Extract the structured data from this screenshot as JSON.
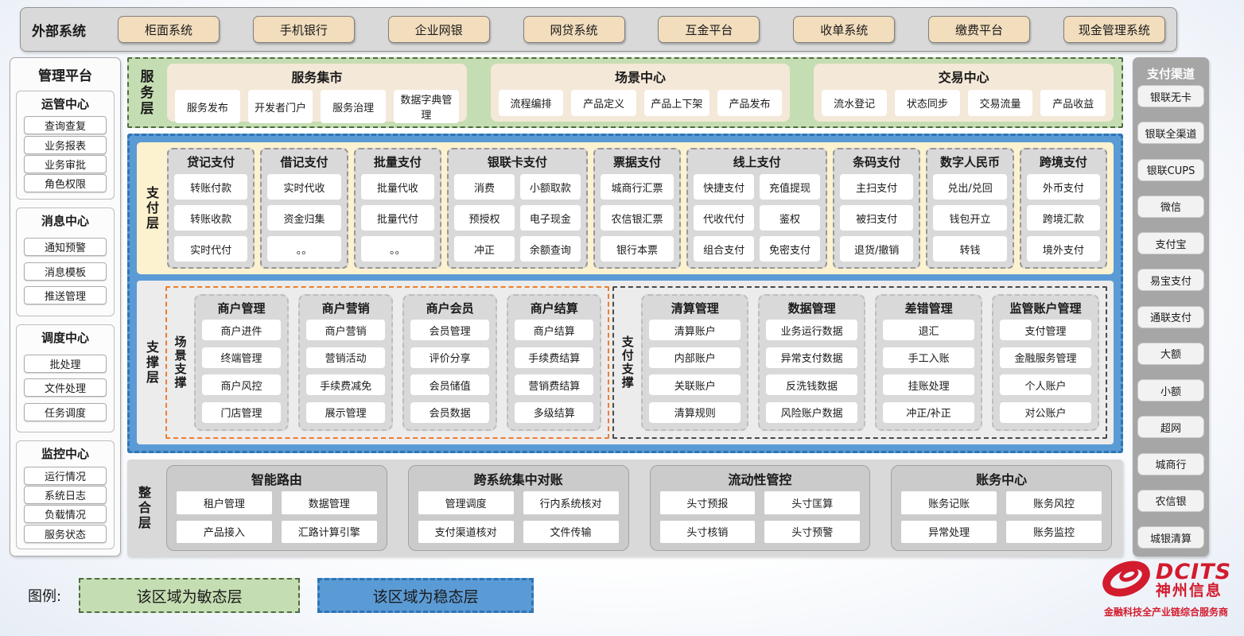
{
  "external_systems": {
    "label": "外部系统",
    "items": [
      "柜面系统",
      "手机银行",
      "企业网银",
      "网贷系统",
      "互金平台",
      "收单系统",
      "缴费平台",
      "现金管理系统"
    ]
  },
  "management_platform": {
    "title": "管理平台",
    "sections": [
      {
        "title": "运管中心",
        "items": [
          "查询查复",
          "业务报表",
          "业务审批",
          "角色权限"
        ]
      },
      {
        "title": "消息中心",
        "items": [
          "通知预警",
          "消息模板",
          "推送管理"
        ]
      },
      {
        "title": "调度中心",
        "items": [
          "批处理",
          "文件处理",
          "任务调度"
        ]
      },
      {
        "title": "监控中心",
        "items": [
          "运行情况",
          "系统日志",
          "负载情况",
          "服务状态"
        ]
      }
    ]
  },
  "service_layer": {
    "label": "服务层",
    "groups": [
      {
        "title": "服务集市",
        "items": [
          "服务发布",
          "开发者门户",
          "服务治理",
          "数据字典管理"
        ]
      },
      {
        "title": "场景中心",
        "items": [
          "流程编排",
          "产品定义",
          "产品上下架",
          "产品发布"
        ]
      },
      {
        "title": "交易中心",
        "items": [
          "流水登记",
          "状态同步",
          "交易流量",
          "产品收益"
        ]
      }
    ]
  },
  "payment_layer": {
    "label": "支付层",
    "columns": [
      {
        "title": "贷记支付",
        "items": [
          "转账付款",
          "转账收款",
          "实时代付"
        ]
      },
      {
        "title": "借记支付",
        "items": [
          "实时代收",
          "资金归集",
          "。。"
        ]
      },
      {
        "title": "批量支付",
        "items": [
          "批量代收",
          "批量代付",
          "。。"
        ]
      },
      {
        "title": "银联卡支付",
        "items": [
          "消费",
          "小额取款",
          "预授权",
          "电子现金",
          "冲正",
          "余额查询"
        ]
      },
      {
        "title": "票据支付",
        "items": [
          "城商行汇票",
          "农信银汇票",
          "银行本票"
        ]
      },
      {
        "title": "线上支付",
        "items": [
          "快捷支付",
          "充值提现",
          "代收代付",
          "鉴权",
          "组合支付",
          "免密支付"
        ]
      },
      {
        "title": "条码支付",
        "items": [
          "主扫支付",
          "被扫支付",
          "退货/撤销"
        ]
      },
      {
        "title": "数字人民币",
        "items": [
          "兑出/兑回",
          "钱包开立",
          "转钱"
        ]
      },
      {
        "title": "跨境支付",
        "items": [
          "外币支付",
          "跨境汇款",
          "境外支付"
        ]
      }
    ]
  },
  "support_layer": {
    "label": "支撑层",
    "sections": [
      {
        "label": "场景支撑",
        "groups": [
          {
            "title": "商户管理",
            "items": [
              "商户进件",
              "终端管理",
              "商户风控",
              "门店管理"
            ]
          },
          {
            "title": "商户营销",
            "items": [
              "商户营销",
              "营销活动",
              "手续费减免",
              "展示管理"
            ]
          },
          {
            "title": "商户会员",
            "items": [
              "会员管理",
              "评价分享",
              "会员储值",
              "会员数据"
            ]
          },
          {
            "title": "商户结算",
            "items": [
              "商户结算",
              "手续费结算",
              "营销费结算",
              "多级结算"
            ]
          }
        ]
      },
      {
        "label": "支付支撑",
        "groups": [
          {
            "title": "清算管理",
            "items": [
              "清算账户",
              "内部账户",
              "关联账户",
              "清算规则"
            ]
          },
          {
            "title": "数据管理",
            "items": [
              "业务运行数据",
              "异常支付数据",
              "反洗钱数据",
              "风险账户数据"
            ]
          },
          {
            "title": "差错管理",
            "items": [
              "退汇",
              "手工入账",
              "挂账处理",
              "冲正/补正"
            ]
          },
          {
            "title": "监管账户管理",
            "items": [
              "支付管理",
              "金融服务管理",
              "个人账户",
              "对公账户"
            ]
          }
        ]
      }
    ]
  },
  "integration_layer": {
    "label": "整合层",
    "groups": [
      {
        "title": "智能路由",
        "items": [
          "租户管理",
          "数据管理",
          "产品接入",
          "汇路计算引擎"
        ]
      },
      {
        "title": "跨系统集中对账",
        "items": [
          "管理调度",
          "行内系统核对",
          "支付渠道核对",
          "文件传输"
        ]
      },
      {
        "title": "流动性管控",
        "items": [
          "头寸预报",
          "头寸匡算",
          "头寸核销",
          "头寸预警"
        ]
      },
      {
        "title": "账务中心",
        "items": [
          "账务记账",
          "账务风控",
          "异常处理",
          "账务监控"
        ]
      }
    ]
  },
  "payment_channels": {
    "title": "支付渠道",
    "items": [
      "银联无卡",
      "银联全渠道",
      "银联CUPS",
      "微信",
      "支付宝",
      "易宝支付",
      "通联支付",
      "大额",
      "小额",
      "超网",
      "城商行",
      "农信银",
      "城银清算"
    ]
  },
  "legend": {
    "label": "图例:",
    "items": [
      {
        "text": "该区域为敏态层",
        "type": "agile"
      },
      {
        "text": "该区域为稳态层",
        "type": "stable"
      }
    ]
  },
  "logo": {
    "brand": "DCITS",
    "name": "神州信息",
    "tagline": "金融科技全产业链综合服务商"
  },
  "colors": {
    "agile_green": "#c5ddb2",
    "stable_blue": "#5b9bd5",
    "scene_support_orange": "#ed7d31",
    "panel_gray": "#d9d9d9",
    "external_button_tan": "#f2ddbd",
    "brand_red": "#d31b2e"
  }
}
